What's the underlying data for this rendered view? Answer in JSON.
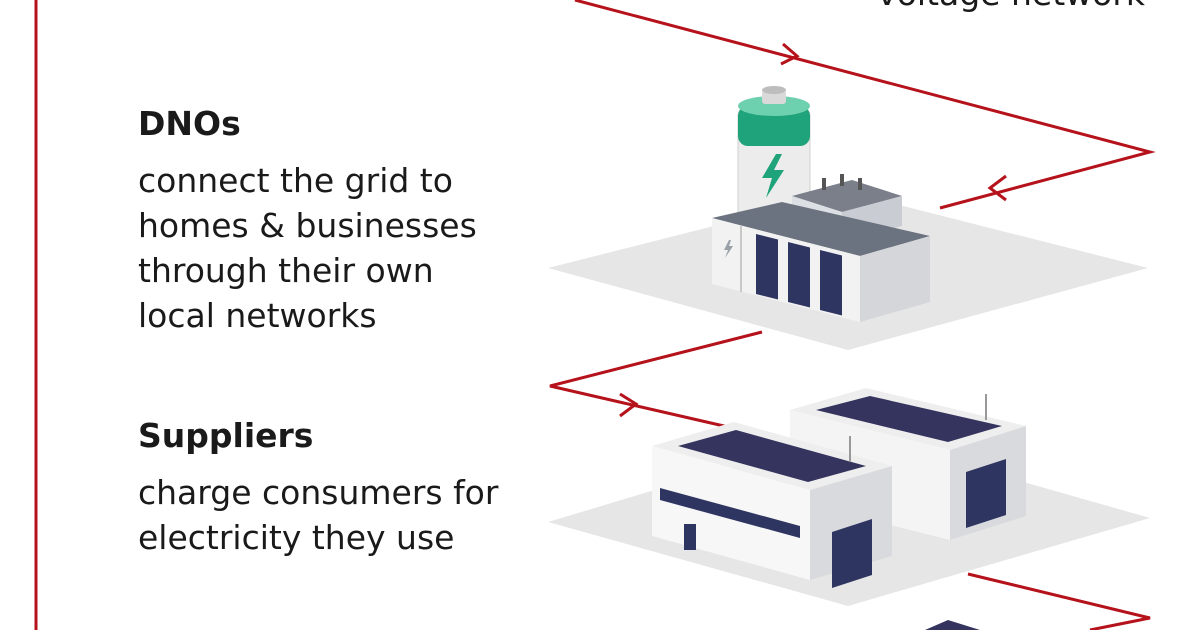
{
  "partial_label": "voltage network",
  "sections": [
    {
      "heading": "DNOs",
      "lines": [
        "connect the grid to",
        "homes & businesses",
        "through their own",
        "local networks"
      ],
      "illustration": "battery-storage-icon"
    },
    {
      "heading": "Suppliers",
      "lines": [
        "charge consumers for",
        "electricity they use"
      ],
      "illustration": "factory-buildings-icon"
    }
  ],
  "colors": {
    "flow_line": "#b5121b",
    "battery_green": "#1fa37a",
    "solar_panel": "#34345e",
    "ground": "#e4e4e4",
    "text": "#1a1a1a"
  }
}
